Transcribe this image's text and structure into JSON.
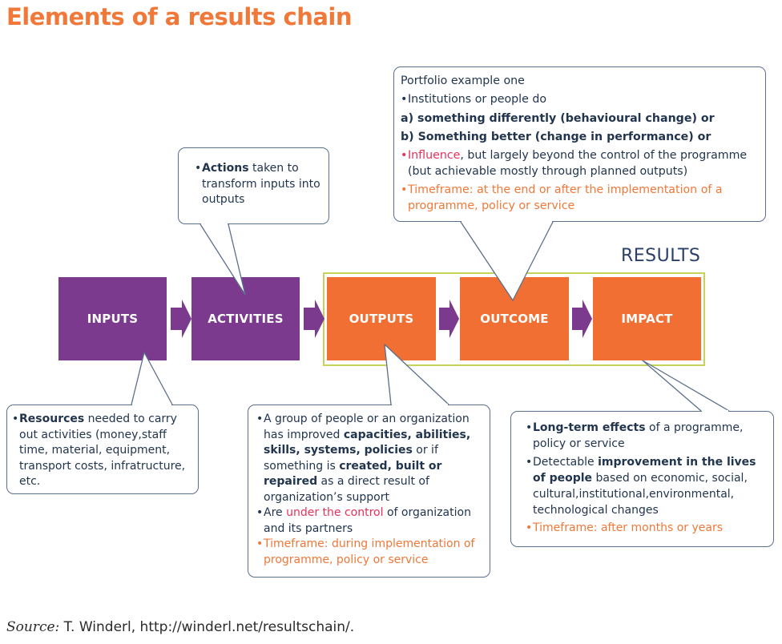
{
  "title": "Elements of a results chain",
  "results_label": "RESULTS",
  "boxes": {
    "inputs": "INPUTS",
    "activities": "ACTIVITIES",
    "outputs": "OUTPUTS",
    "outcome": "OUTCOME",
    "impact": "IMPACT"
  },
  "activities_callout": {
    "bold": "Actions",
    "rest": " taken to transform inputs into outputs"
  },
  "outcome_callout": {
    "heading": "Portfolio example one",
    "line1": "Institutions or people do",
    "line2": "a) something differently (behavioural change) or",
    "line3": "b) Something better (change in performance) or",
    "influence_label": "Influence",
    "influence_rest": ", but largely beyond the control of the programme (but achievable mostly through planned outputs)",
    "timeframe": "Timeframe: at the end or after the implementation of a programme, policy or service"
  },
  "inputs_callout": {
    "bold": "Resources",
    "rest": " needed to carry out activities (money,staff time, material, equipment, transport costs, infratructure, etc."
  },
  "outputs_callout": {
    "b1_t1": "A group of people or an organization has improved ",
    "b1_bold1": "capacities, abilities, skills, systems, policies",
    "b1_t2": " or if something is ",
    "b1_bold2": "created, built or repaired",
    "b1_t3": " as a direct result of organization’s support",
    "b2_t1": "Are ",
    "b2_red": "under the control",
    "b2_t2": " of organization and its partners",
    "timeframe": "Timeframe: during implementation of programme, policy or service"
  },
  "impact_callout": {
    "b1_bold": "Long-term effects",
    "b1_rest": " of a programme, policy  or service",
    "b2_t1": "Detectable ",
    "b2_bold": "improvement in the lives of people",
    "b2_rest": " based on economic, social, cultural,institutional,environmental, technological changes",
    "timeframe": "Timeframe: after months or years"
  },
  "source": {
    "label": "Source:",
    "text": "T. Winderl, http://winderl.net/resultschain/."
  },
  "colors": {
    "purple": "#7b3a8e",
    "orange": "#f26f33",
    "title_orange": "#f07838",
    "results_frame": "#c8d25a",
    "highlight_red": "#e5315a",
    "callout_border": "#5a6f8c"
  }
}
